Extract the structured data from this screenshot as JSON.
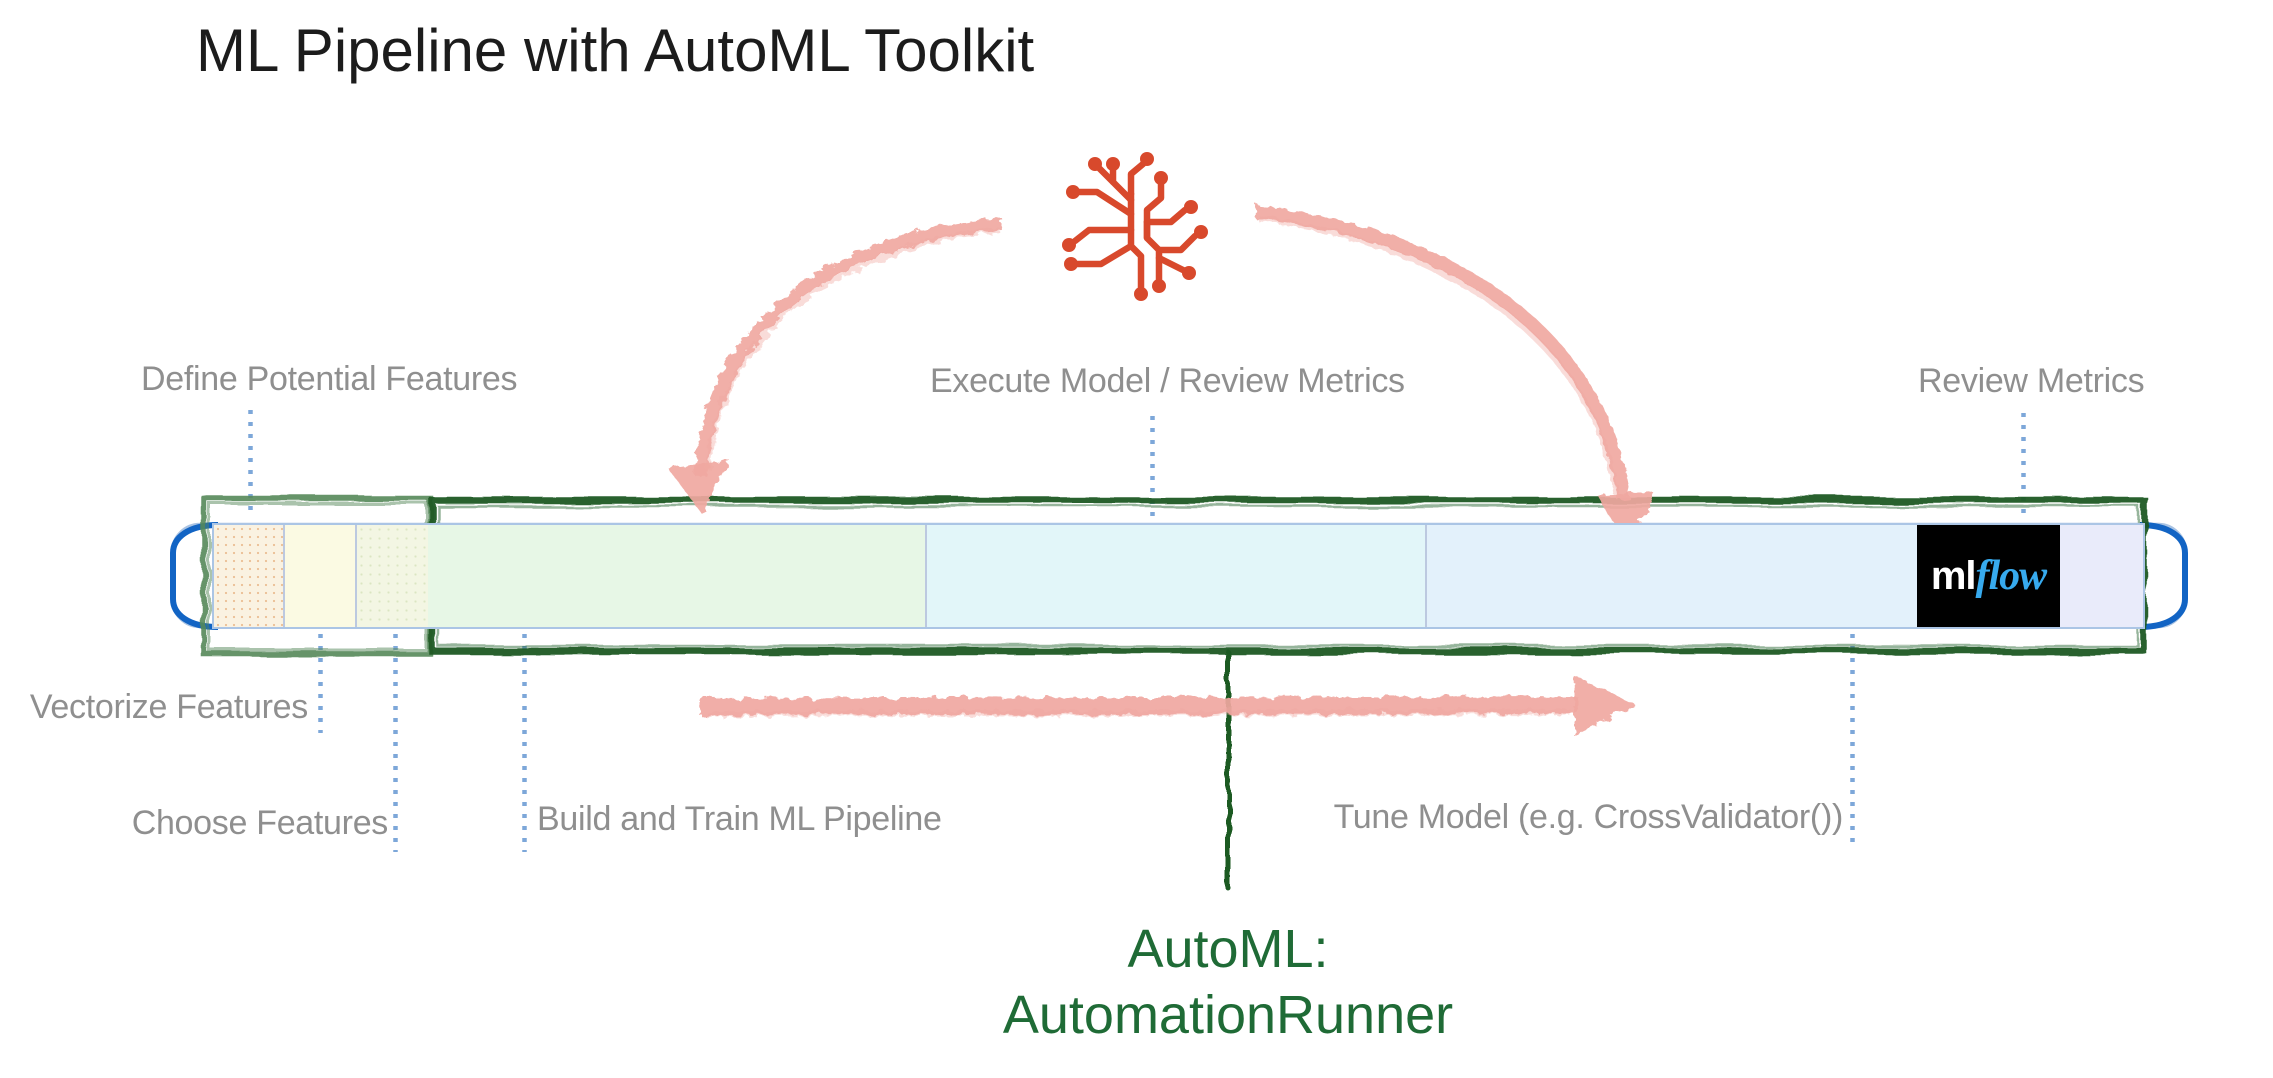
{
  "title": "ML Pipeline with AutoML Toolkit",
  "diagram": {
    "stage_labels_top": {
      "define": "Define Potential Features",
      "execute": "Execute Model / Review Metrics",
      "review": "Review Metrics"
    },
    "stage_labels_bottom": {
      "vectorize": "Vectorize Features",
      "choose": "Choose Features",
      "build": "Build and Train ML Pipeline",
      "tune": "Tune Model (e.g. CrossValidator())"
    },
    "automl_caption": {
      "line1": "AutoML:",
      "line2": "AutomationRunner"
    },
    "mlflow_logo": {
      "ml": "ml",
      "flow": "flow"
    },
    "icons": {
      "brain": "circuit-brain-icon"
    },
    "colors": {
      "title_text": "#1c1c1c",
      "label_gray": "#8f8f8f",
      "pipeline_edge_light": "#a9c3e3",
      "pipeline_edge_dark": "#1264c4",
      "segment_separator": "#bcc9e0",
      "seg_define": "#faf2e1",
      "seg_vectorize": "#fbfae3",
      "seg_choose": "#f3f6e3",
      "seg_build": "#e7f7e6",
      "seg_execute": "#e2f6f9",
      "seg_tune": "#e3f1fb",
      "seg_review": "#e9ebfa",
      "mlflow_bg": "#000000",
      "mlflow_flow_blue": "#37aaee",
      "annotation_green_dark": "#1c5a24",
      "annotation_green_sage": "#55885a",
      "automl_text_green": "#1f6b36",
      "arrow_pink": "#f0a8a1",
      "brain_red": "#d8492c",
      "dotted_connector_blue": "#7da7d9"
    }
  }
}
